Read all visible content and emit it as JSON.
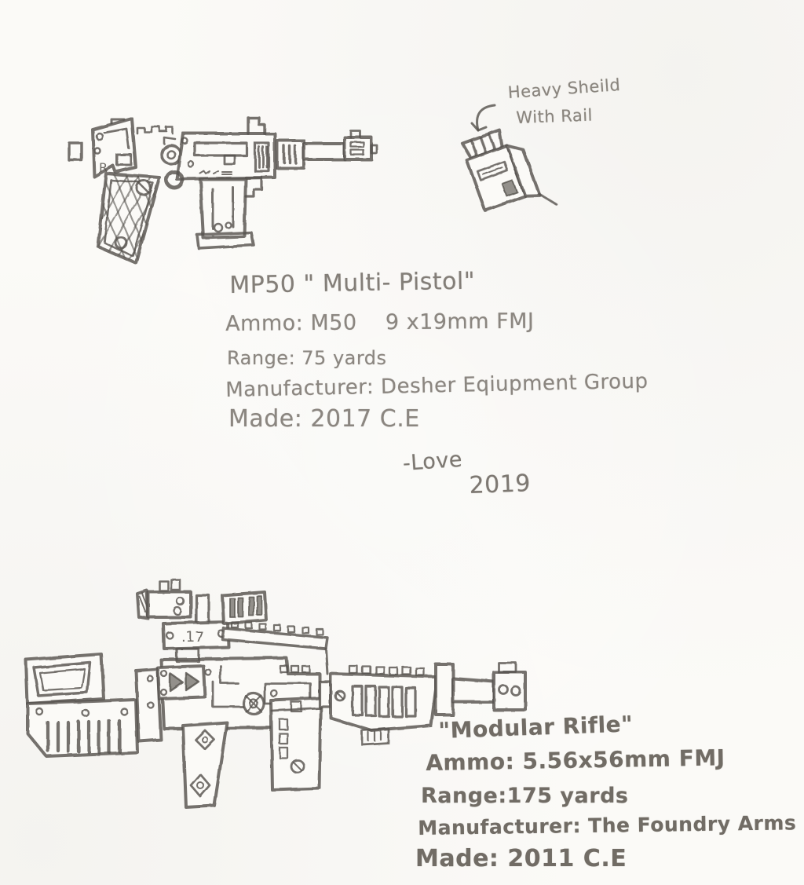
{
  "paper": {
    "background": "#fbfaf7",
    "pencil": "#57534e"
  },
  "shield_note": {
    "line1": "Heavy Sheild",
    "line2": "With Rail"
  },
  "pistol": {
    "marking": "R",
    "title": "MP50 \" Multi- Pistol\"",
    "ammo": "Ammo: M50    9 x19mm FMJ",
    "range": "Range: 75 yards",
    "manufacturer": "Manufacturer: Desher Eqiupment Group",
    "made": "Made: 2017 C.E"
  },
  "signature": {
    "name": "-Love",
    "year": "2019"
  },
  "rifle": {
    "marking": ".17",
    "title": "\"Modular Rifle\"",
    "ammo": "Ammo: 5.56x56mm FMJ",
    "range": "Range:175 yards",
    "manufacturer": "Manufacturer: The Foundry Arms",
    "made": "Made: 2011 C.E"
  }
}
